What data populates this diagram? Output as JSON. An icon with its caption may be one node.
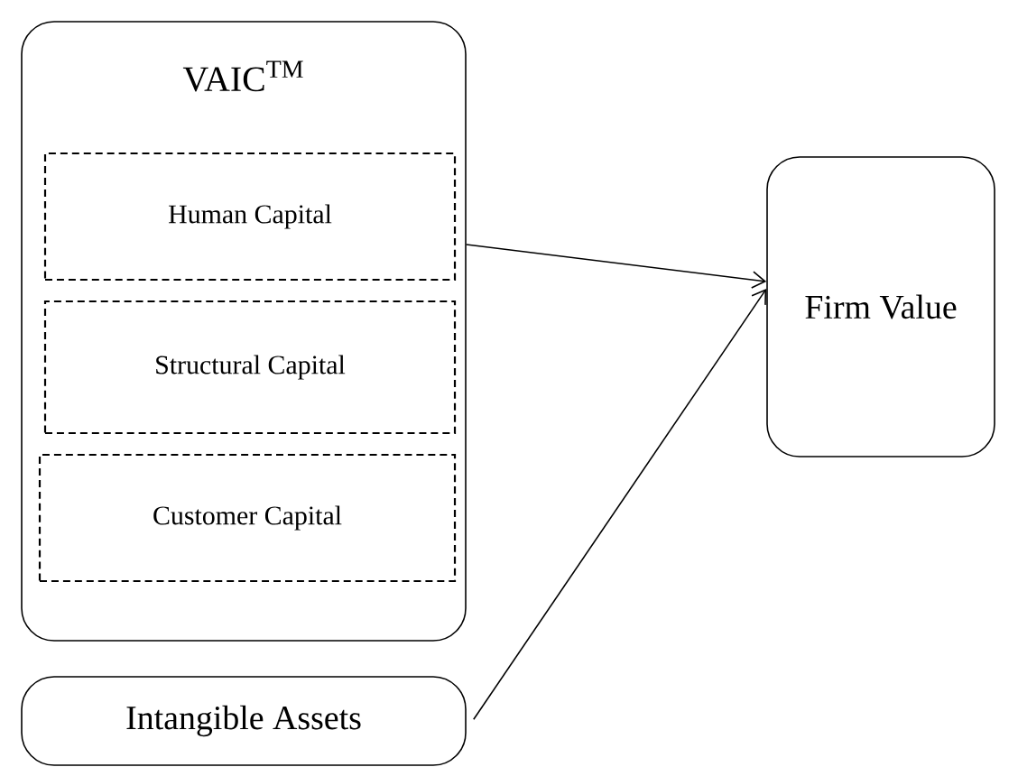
{
  "diagram": {
    "nodes": [
      {
        "text": [
          "VAIC$^{TM}$"
        ]
      },
      {
        "text": [
          "Human Capital"
        ],
        "in": 0
      },
      {
        "text": [
          "Structural Capital"
        ],
        "in": 0
      },
      {
        "text": [
          "Customer Capital"
        ],
        "in": 0
      },
      {
        "text": [
          "Firm Value"
        ]
      },
      {
        "text": [
          "Intangible Assets"
        ]
      }
    ],
    "edges": [
      {
        "from": 0,
        "to": 4,
        "arrow": "to"
      },
      {
        "from": 5,
        "to": 4,
        "arrow": "to"
      }
    ]
  }
}
